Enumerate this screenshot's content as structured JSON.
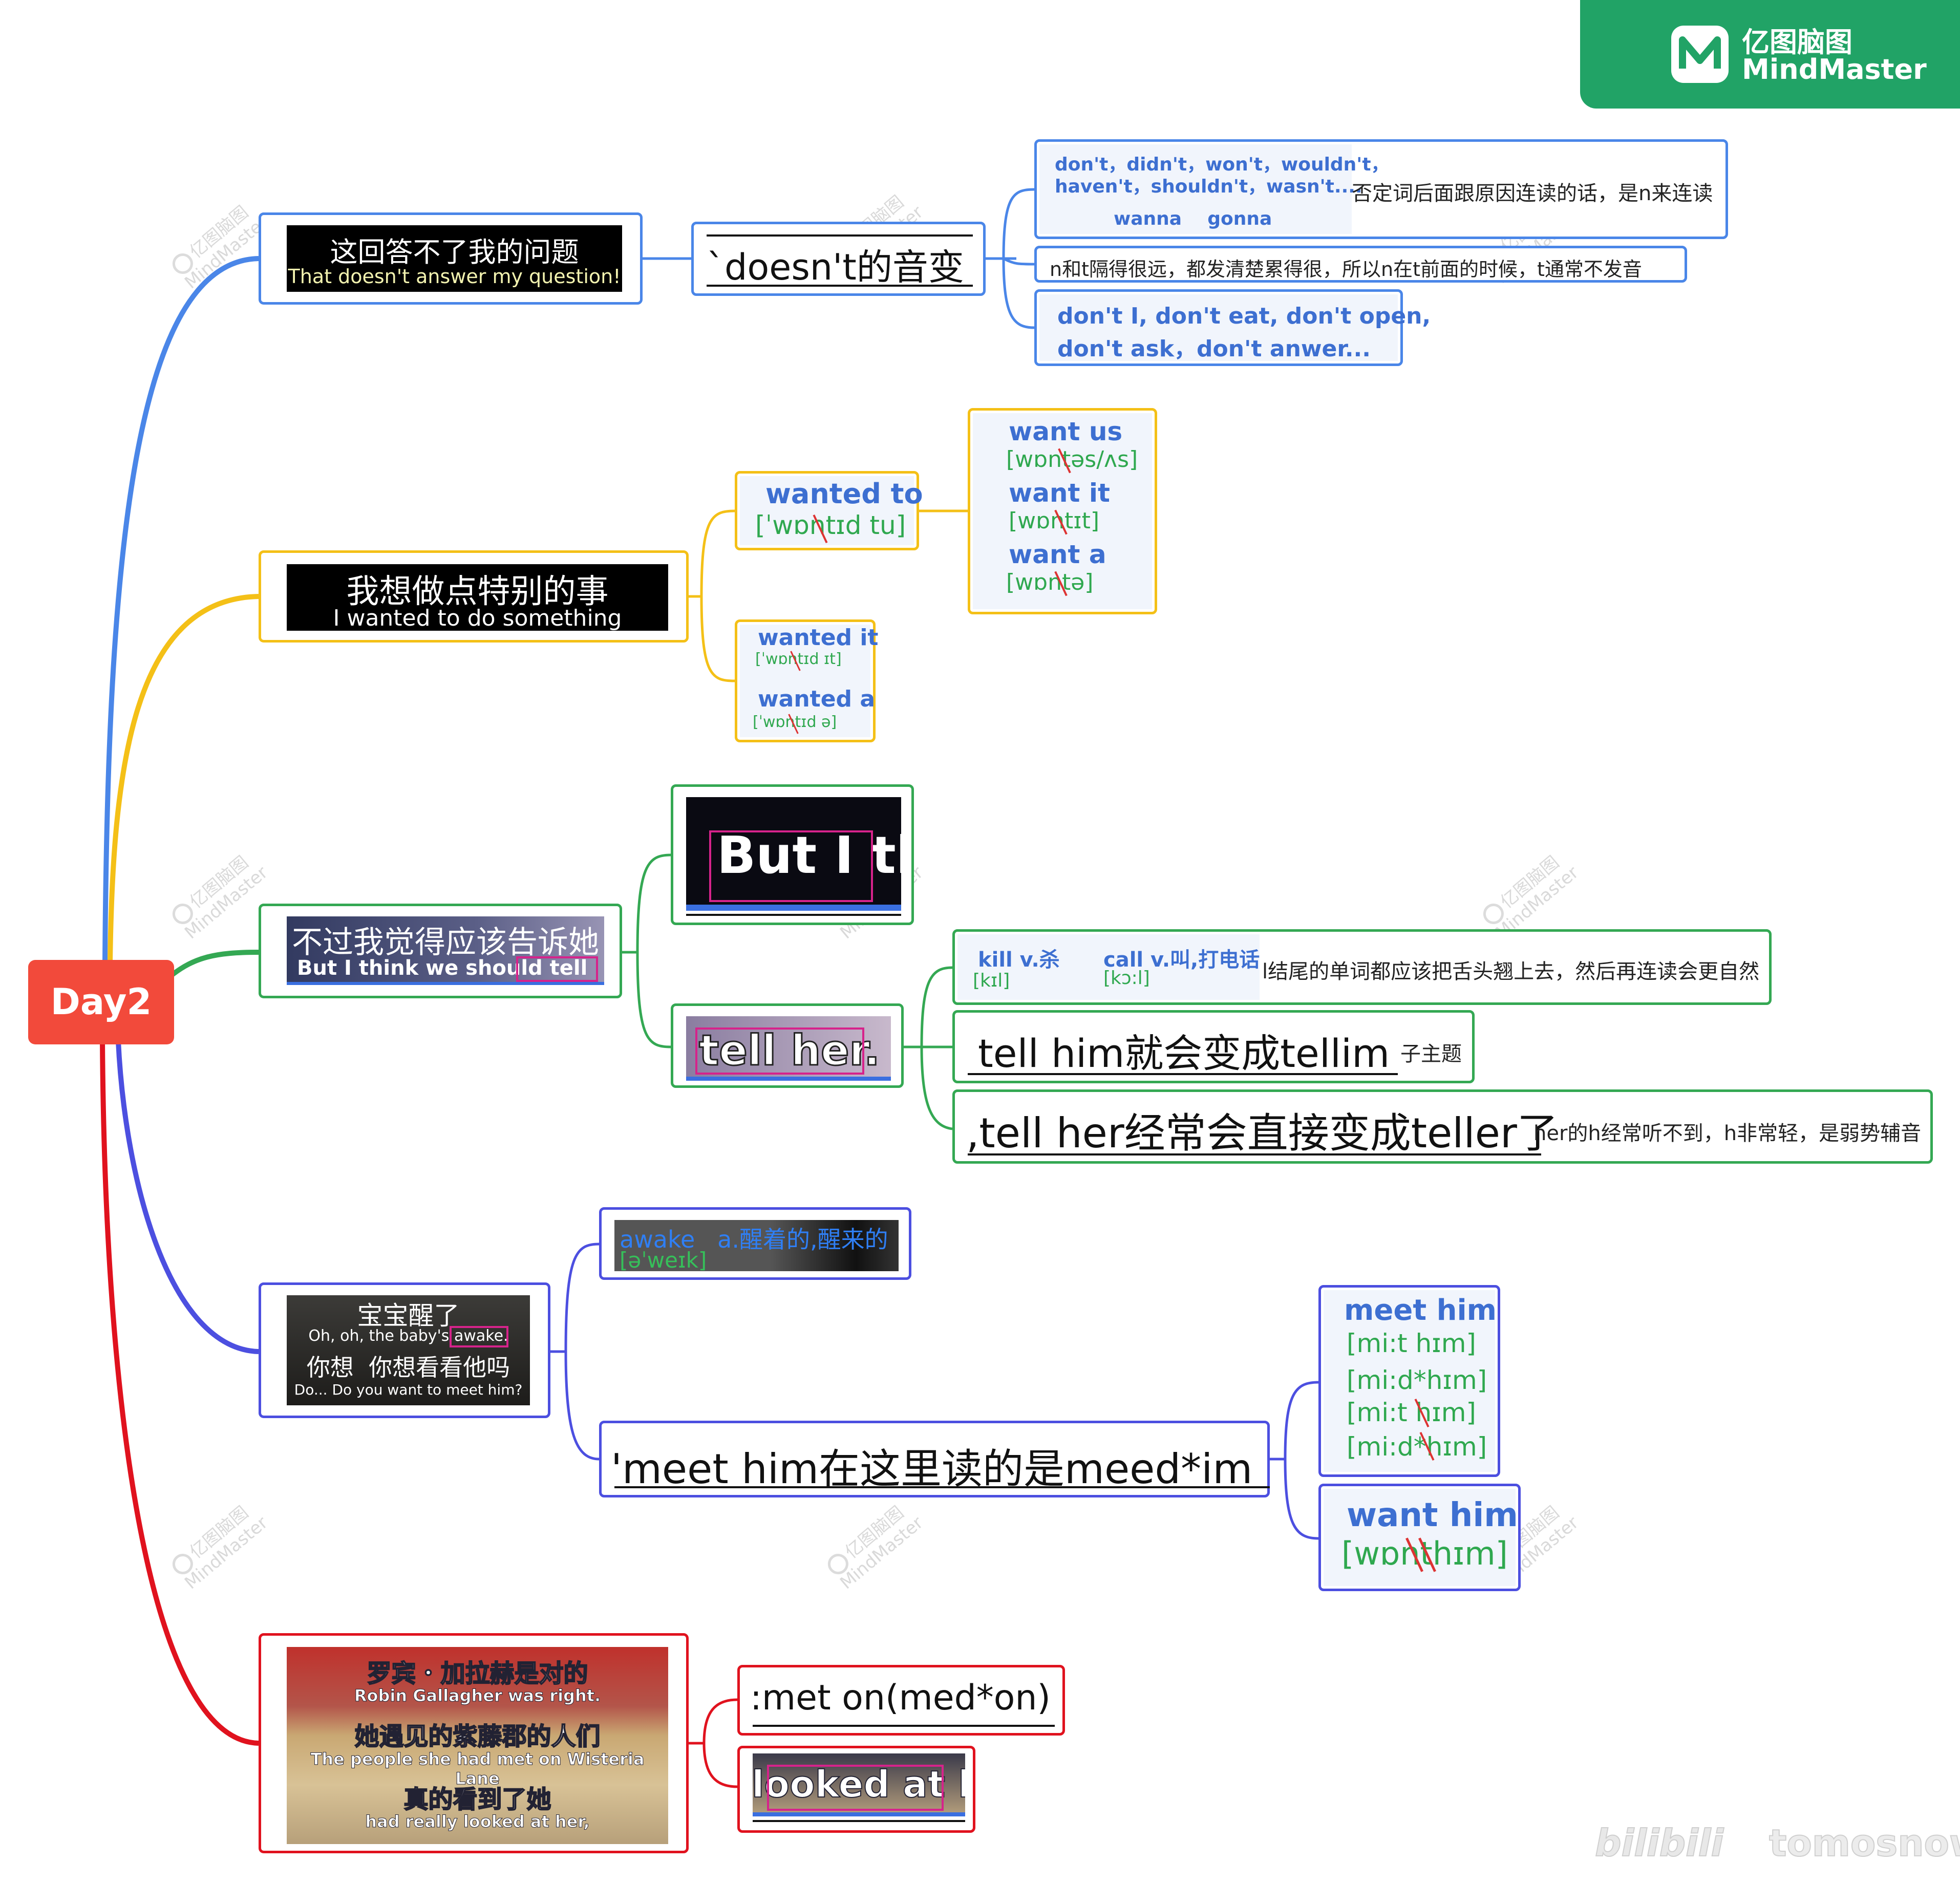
{
  "brand": {
    "name_cn": "亿图脑图",
    "name_en": "MindMaster",
    "color": "#21a366"
  },
  "watermark": {
    "cn": "亿图脑图",
    "en": "MindMaster"
  },
  "bilibili": {
    "user": "tomosnow",
    "logo": "bilibili"
  },
  "root": {
    "label": "Day2",
    "color": "#f24a3b"
  },
  "branches": {
    "b1": {
      "color": "#4a86e8",
      "subtitle_cn": "这回答不了我的问题",
      "subtitle_en": "That doesn't answer my question!",
      "topic": "`doesn't的音变",
      "n1": {
        "words_1": "don't，didn't，won't，wouldn't，",
        "words_2": "haven't，shouldn't，wasn't....",
        "words_3": "wanna    gonna",
        "note": "否定词后面跟原因连读的话，是n来连读"
      },
      "n2": "n和t隔得很远，都发清楚累得很，所以n在t前面的时候，t通常不发音",
      "n3_1": "don't I, don't eat, don't open,",
      "n3_2": "don't ask，don't anwer..."
    },
    "b2": {
      "color": "#f4c017",
      "subtitle_cn": "我想做点特别的事",
      "subtitle_en": "I wanted to do something special.",
      "wanted_to": "wanted to",
      "wanted_to_ipa": "[ˈwɒntɪd tu]",
      "want_us": "want us",
      "want_us_ipa": "[wɒntəs/ʌs]",
      "want_it": "want it",
      "want_it_ipa": "[wɒntɪt]",
      "want_a": "want a",
      "want_a_ipa": "[wɒntə]",
      "wanted_it": "wanted it",
      "wanted_it_ipa": "[ˈwɒntɪd ɪt]",
      "wanted_a": "wanted a",
      "wanted_a_ipa": "[ˈwɒntɪd ə]"
    },
    "b3": {
      "color": "#34a853",
      "subtitle_cn": "不过我觉得应该告诉她",
      "subtitle_en": "But I think we should tell her.",
      "crop1": "But I th",
      "crop2": "tell her.",
      "kill": "kill v.杀",
      "kill_ipa": "[kɪl]",
      "call": "call  v.叫,打电话",
      "call_ipa": "[kɔ:l]",
      "l_note": "l结尾的单词都应该把舌头翘上去，然后再连读会更自然",
      "tell_him": "tell him就会变成tellim",
      "tell_him_tag": "子主题",
      "tell_her": ",tell her经常会直接变成teller了",
      "tell_her_note": "her的h经常听不到，h非常轻，是弱势辅音"
    },
    "b4": {
      "color": "#4c4fe0",
      "subtitle_cn_1": "宝宝醒了",
      "subtitle_en_1": "Oh, oh, the baby's awake.",
      "subtitle_cn_2": "你想  你想看看他吗",
      "subtitle_en_2": "Do... Do you want to meet him?",
      "awake": "awake   a.醒着的,醒来的",
      "awake_ipa": "[əˈweɪk]",
      "meet_topic": "'meet him在这里读的是meed*im",
      "meet_him": "meet him",
      "ipa_1": "[mi:t hɪm]",
      "ipa_2": "[mi:d*hɪm]",
      "ipa_3": "[mi:t hɪm]",
      "ipa_4": "[mi:d*hɪm]",
      "want_him": "want him",
      "want_him_ipa": "[wɒnthɪm]"
    },
    "b5": {
      "color": "#e0121e",
      "cn_1": "罗宾・加拉赫是对的",
      "en_1": "Robin Gallagher was right.",
      "cn_2": "她遇见的紫藤郡的人们",
      "en_2": "The people she had met on Wisteria Lane",
      "cn_3": "真的看到了她",
      "en_3": "had really looked at her,",
      "met_on": ":met on(med*on)",
      "crop": "looked at h"
    }
  }
}
